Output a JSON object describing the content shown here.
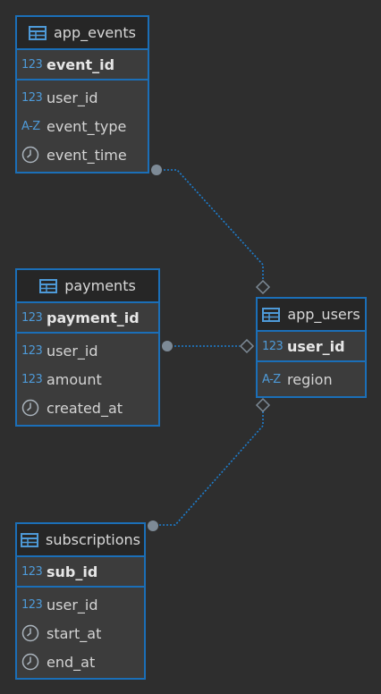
{
  "colors": {
    "background": "#2e2e2e",
    "border": "#1b6fb8",
    "header_bg": "#262626",
    "body_bg": "#3c3c3c",
    "link": "#1d7fd1",
    "endpoint": "#7d8a96"
  },
  "entities": {
    "app_events": {
      "name": "app_events",
      "pk": {
        "name": "event_id",
        "type_glyph": "123",
        "icon": "numeric-type-icon"
      },
      "columns": [
        {
          "name": "user_id",
          "type_glyph": "123",
          "icon": "numeric-type-icon"
        },
        {
          "name": "event_type",
          "type_glyph": "A-Z",
          "icon": "text-type-icon"
        },
        {
          "name": "event_time",
          "type_glyph": "",
          "icon": "clock-icon"
        }
      ]
    },
    "payments": {
      "name": "payments",
      "pk": {
        "name": "payment_id",
        "type_glyph": "123",
        "icon": "numeric-type-icon"
      },
      "columns": [
        {
          "name": "user_id",
          "type_glyph": "123",
          "icon": "numeric-type-icon"
        },
        {
          "name": "amount",
          "type_glyph": "123",
          "icon": "numeric-type-icon"
        },
        {
          "name": "created_at",
          "type_glyph": "",
          "icon": "clock-icon"
        }
      ]
    },
    "app_users": {
      "name": "app_users",
      "pk": {
        "name": "user_id",
        "type_glyph": "123",
        "icon": "numeric-type-icon"
      },
      "columns": [
        {
          "name": "region",
          "type_glyph": "A-Z",
          "icon": "text-type-icon"
        }
      ]
    },
    "subscriptions": {
      "name": "subscriptions",
      "pk": {
        "name": "sub_id",
        "type_glyph": "123",
        "icon": "numeric-type-icon"
      },
      "columns": [
        {
          "name": "user_id",
          "type_glyph": "123",
          "icon": "numeric-type-icon"
        },
        {
          "name": "start_at",
          "type_glyph": "",
          "icon": "clock-icon"
        },
        {
          "name": "end_at",
          "type_glyph": "",
          "icon": "clock-icon"
        }
      ]
    }
  },
  "relationships": [
    {
      "from": "app_events",
      "to": "app_users"
    },
    {
      "from": "payments",
      "to": "app_users"
    },
    {
      "from": "subscriptions",
      "to": "app_users"
    }
  ]
}
